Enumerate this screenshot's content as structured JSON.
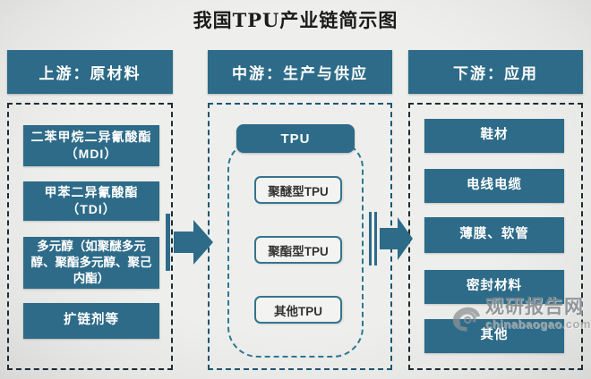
{
  "title": "我国TPU产业链简示图",
  "upstream": {
    "header": "上游：原材料",
    "items": [
      "二苯甲烷二异氰酸酯（MDI）",
      "甲苯二异氰酸酯（TDI）",
      "多元醇（如聚醚多元醇、聚酯多元醇、聚己内酯）",
      "扩链剂等"
    ]
  },
  "midstream": {
    "header": "中游：生产与供应",
    "root": "TPU",
    "types": [
      "聚醚型TPU",
      "聚酯型TPU",
      "其他TPU"
    ]
  },
  "downstream": {
    "header": "下游：应用",
    "items": [
      "鞋材",
      "电线电缆",
      "薄膜、软管",
      "密封材料",
      "其他"
    ]
  },
  "watermark": {
    "site_name": "观研报告网",
    "site_url": "chinabaogao.com"
  },
  "colors": {
    "accent_teal": "#2d6b88",
    "background": "#e9eae8",
    "dash_dark": "#1c2b36",
    "dash_teal": "#1e5674",
    "inner_dash_teal": "#2e7694",
    "type_box_bg": "#f3f4f1",
    "watermark_gray": "#878c90"
  }
}
